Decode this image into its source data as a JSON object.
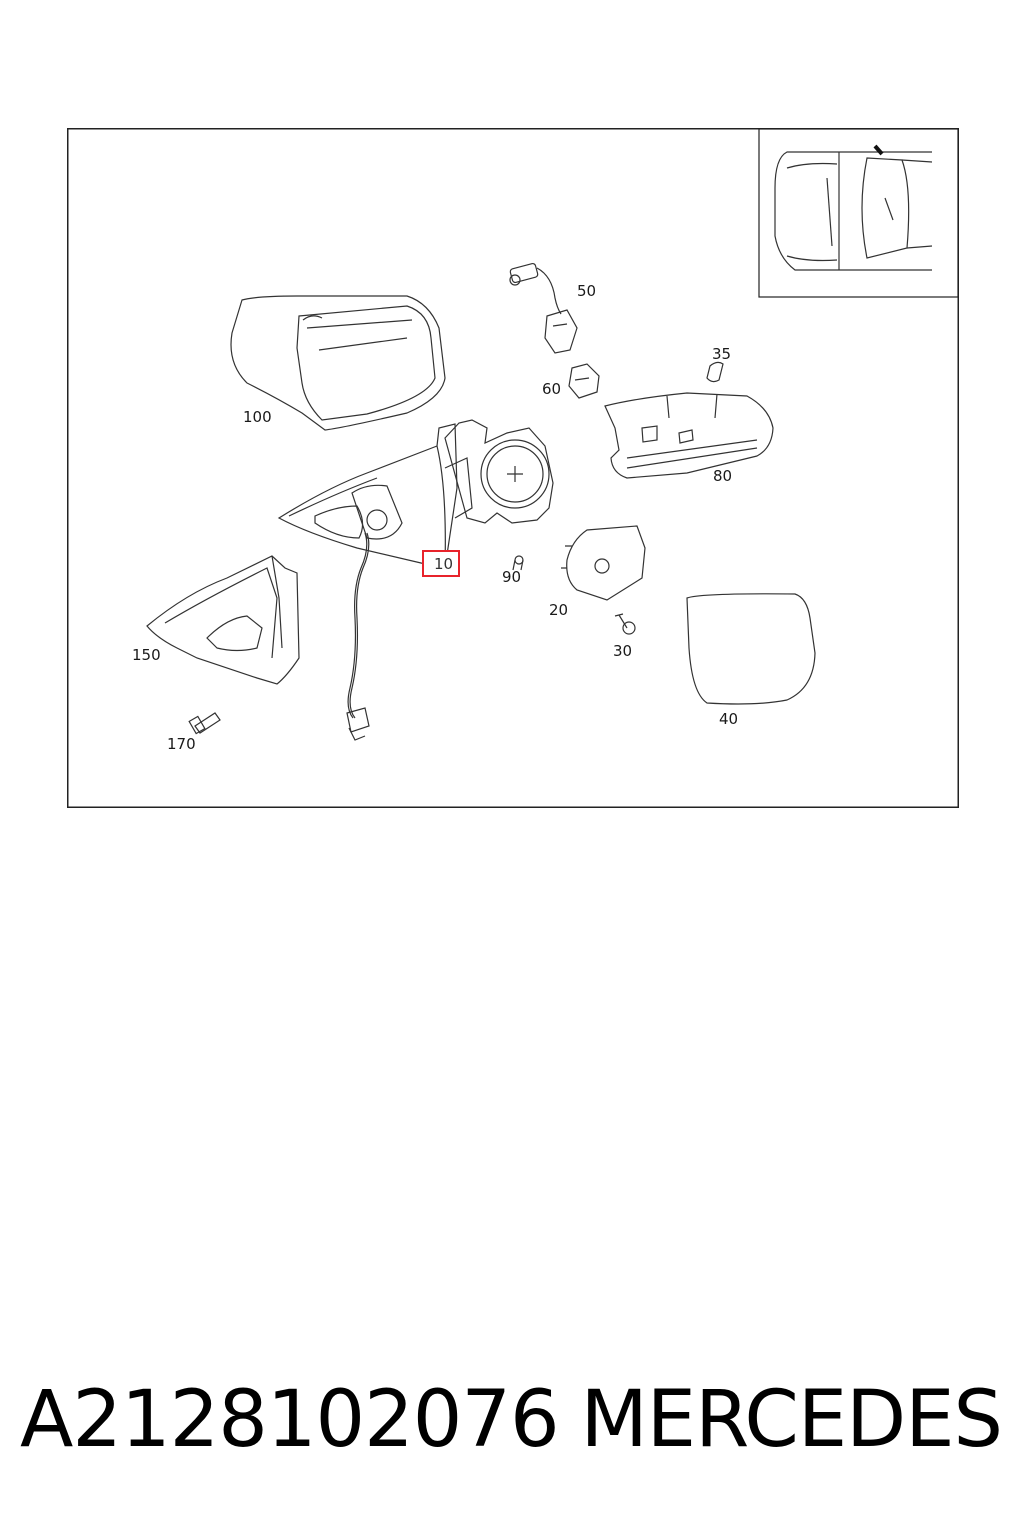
{
  "diagram": {
    "callouts": {
      "c10": "10",
      "c20": "20",
      "c30": "30",
      "c35": "35",
      "c40": "40",
      "c50": "50",
      "c60": "60",
      "c80": "80",
      "c90": "90",
      "c100": "100",
      "c150": "150",
      "c170": "170"
    },
    "highlighted_callout": "10",
    "highlight_color": "#e8232b",
    "line_color": "#333333"
  },
  "footer": {
    "part_number": "A2128102076",
    "brand": "MERCEDES"
  }
}
